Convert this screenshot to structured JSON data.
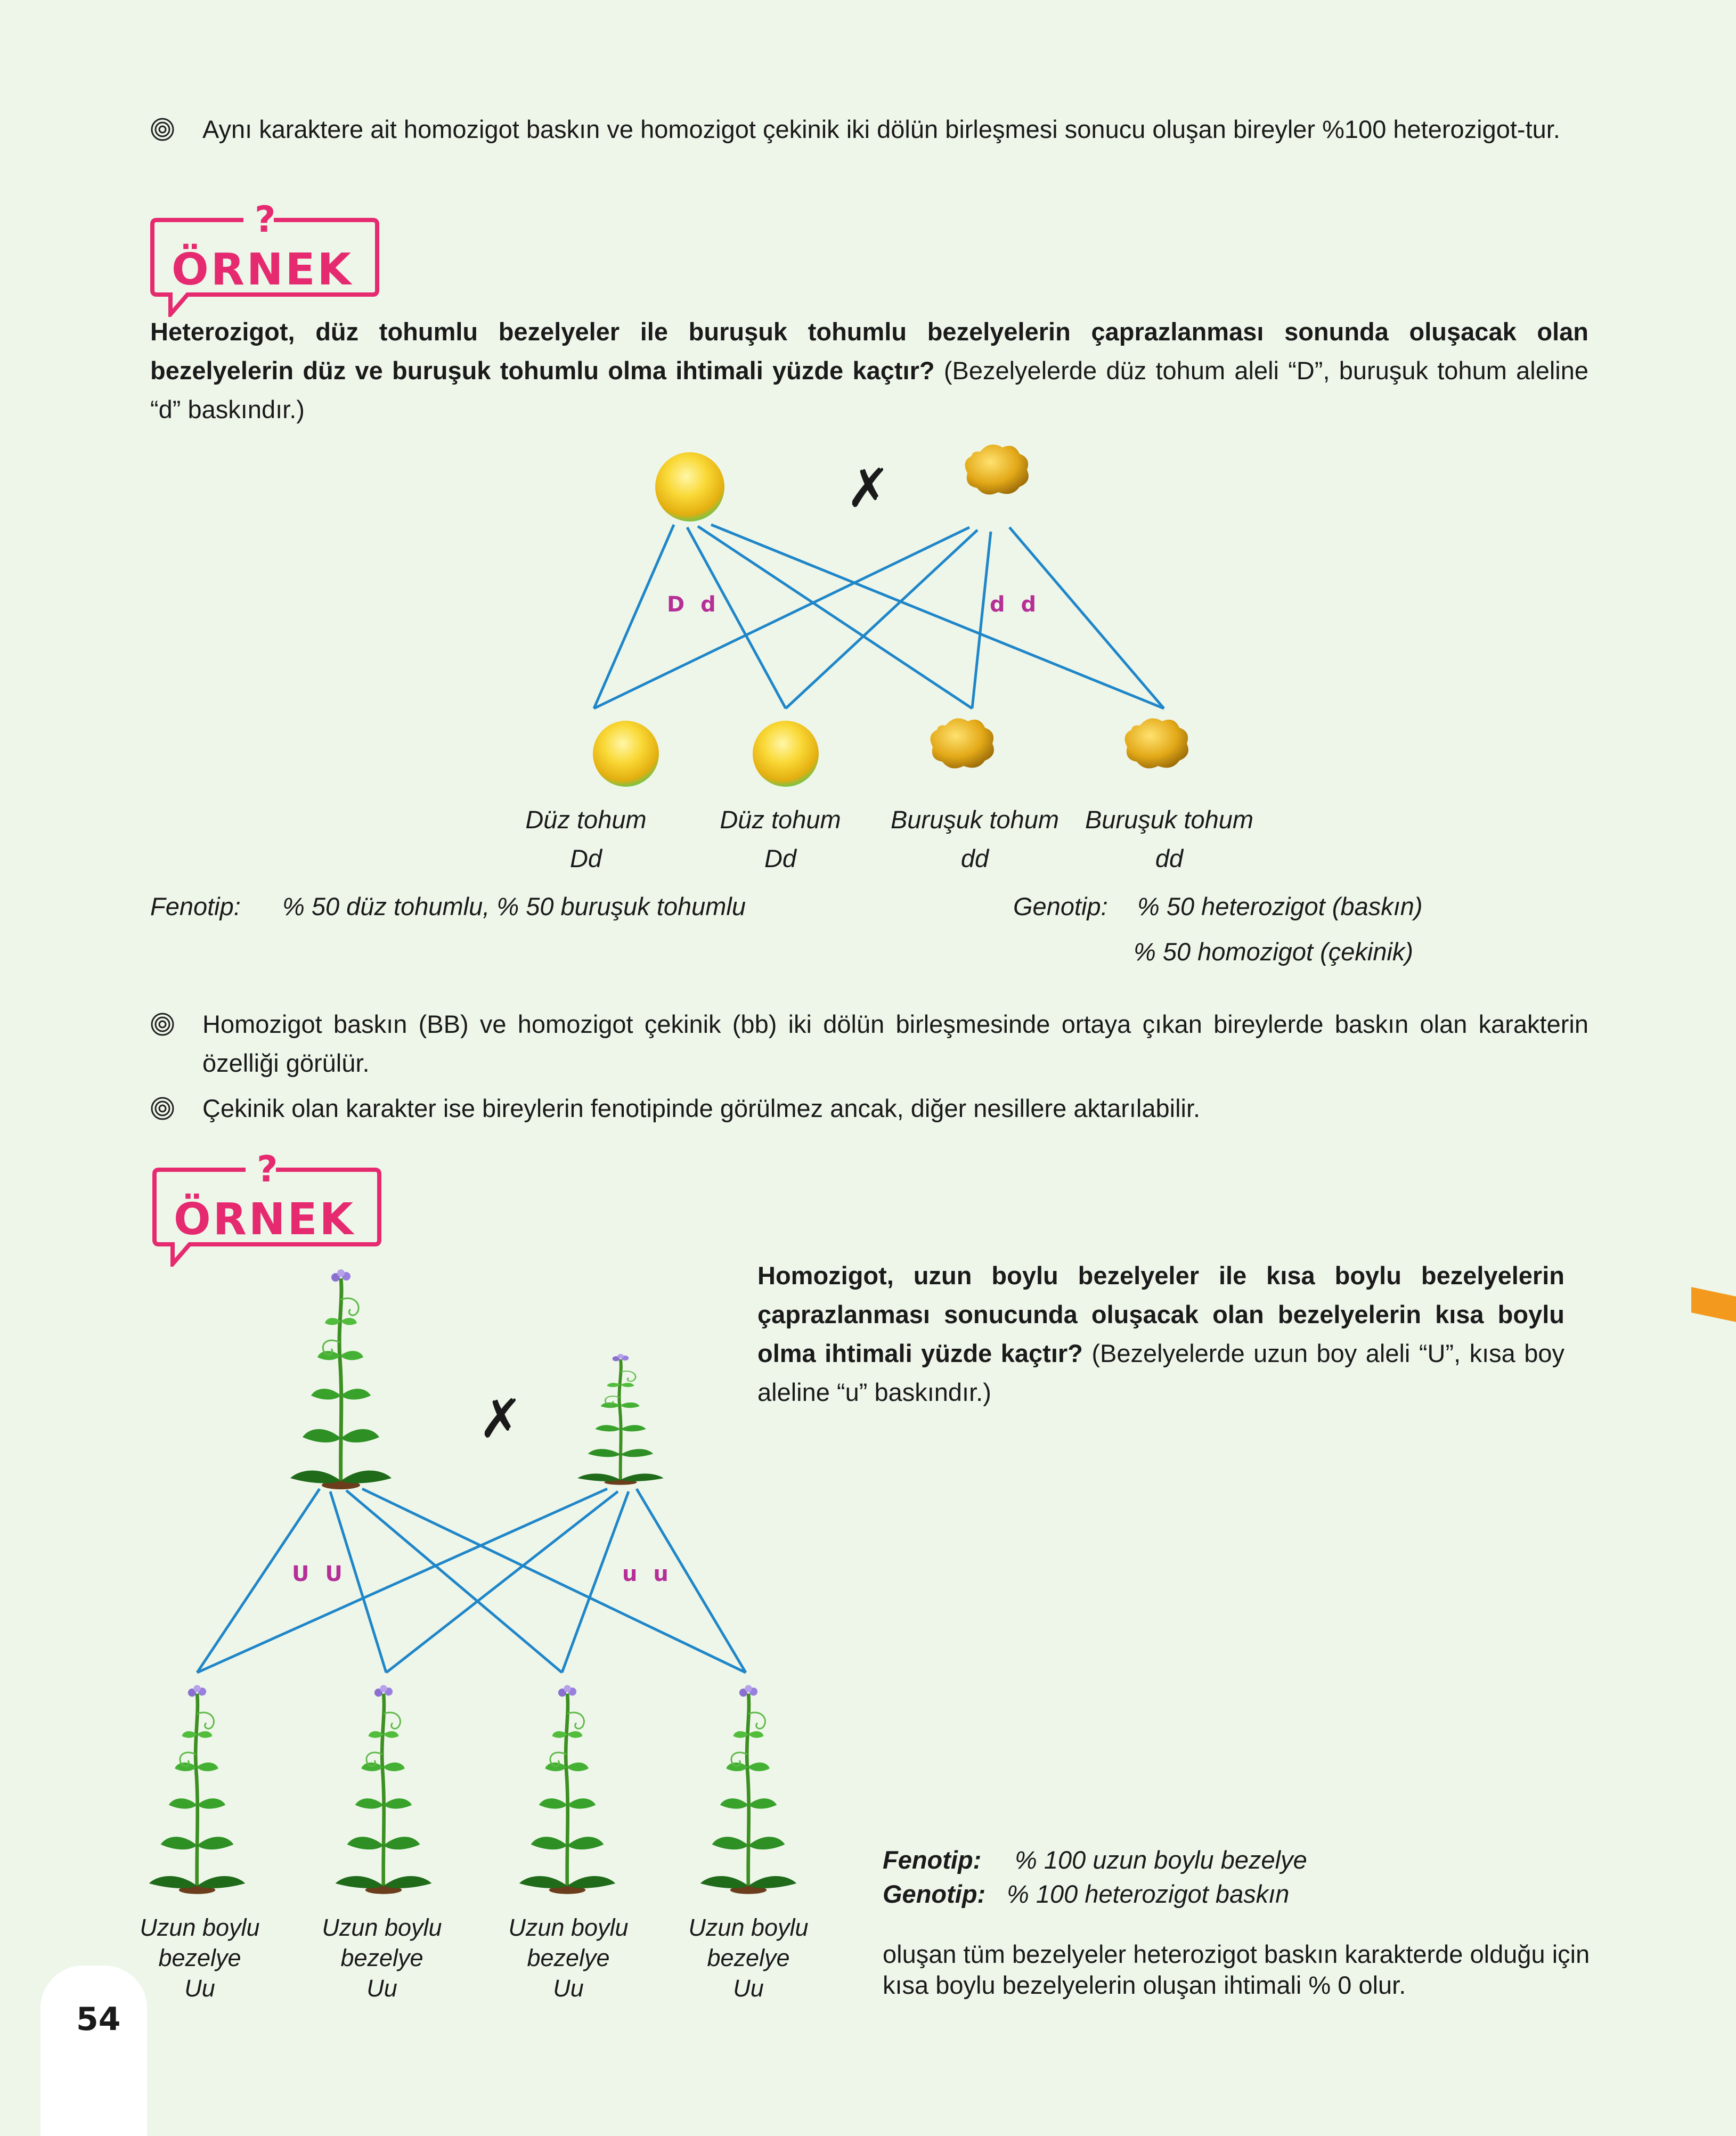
{
  "bullets_top": [
    "Aynı karaktere ait homozigot baskın ve homozigot çekinik iki dölün birleşmesi sonucu oluşan bireyler %100 heterozigot-tur."
  ],
  "example_badge": {
    "word": "ÖRNEK",
    "question_mark": "?"
  },
  "example1": {
    "question_bold": "Heterozigot, düz tohumlu bezelyeler ile buruşuk tohumlu bezelyelerin çaprazlanması sonunda oluşacak olan bezelyelerin düz ve buruşuk tohumlu olma ihtimali yüzde kaçtır?",
    "question_note": " (Bezelyelerde düz tohum aleli “D”, buruşuk tohum aleline “d” baskındır.)",
    "cross_symbol": "✗",
    "parent1_genotype": "D d",
    "parent2_genotype": "d d",
    "offspring": [
      {
        "name": "Düz tohum",
        "genotype": "Dd"
      },
      {
        "name": "Düz tohum",
        "genotype": "Dd"
      },
      {
        "name": "Buruşuk tohum",
        "genotype": "dd"
      },
      {
        "name": "Buruşuk tohum",
        "genotype": "dd"
      }
    ],
    "fenotip_label": "Fenotip:",
    "fenotip_value": "% 50 düz tohumlu, % 50 buruşuk tohumlu",
    "genotip_label": "Genotip:",
    "genotip_value_1": "% 50 heterozigot (baskın)",
    "genotip_value_2": "% 50 homozigot (çekinik)"
  },
  "bullets_mid": [
    "Homozigot baskın (BB) ve homozigot çekinik (bb) iki dölün birleşmesinde ortaya çıkan bireylerde baskın olan karakterin özelliği görülür.",
    "Çekinik olan karakter ise bireylerin fenotipinde görülmez ancak, diğer nesillere aktarılabilir."
  ],
  "example2": {
    "question_bold": "Homozigot, uzun boylu bezelyeler ile kısa boylu bezelyelerin çaprazlanması sonucunda oluşacak olan bezelyelerin kısa boylu olma ihtimali yüzde kaçtır?",
    "question_note": " (Bezelyelerde uzun boy aleli “U”, kısa boy aleline “u” baskındır.)",
    "cross_symbol": "✗",
    "parent1_genotype": "U U",
    "parent2_genotype": "u u",
    "offspring": [
      {
        "line1": "Uzun boylu",
        "line2": "bezelye",
        "genotype": "Uu"
      },
      {
        "line1": "Uzun boylu",
        "line2": "bezelye",
        "genotype": "Uu"
      },
      {
        "line1": "Uzun boylu",
        "line2": "bezelye",
        "genotype": "Uu"
      },
      {
        "line1": "Uzun boylu",
        "line2": "bezelye",
        "genotype": "Uu"
      }
    ],
    "fenotip_label": "Fenotip:",
    "fenotip_value": "% 100 uzun boylu bezelye",
    "genotip_label": "Genotip:",
    "genotip_value": "% 100 heterozigot baskın",
    "conclusion": "oluşan tüm bezelyeler heterozigot baskın karakterde olduğu için kısa boylu bezelyelerin oluşan ihtimali % 0 olur."
  },
  "page_number": "54",
  "colors": {
    "accent": "#e52a6f",
    "line_blue": "#1f86c8",
    "genotype": "#b52f97",
    "background": "#eef6ea",
    "tab": "#f39a1e"
  }
}
